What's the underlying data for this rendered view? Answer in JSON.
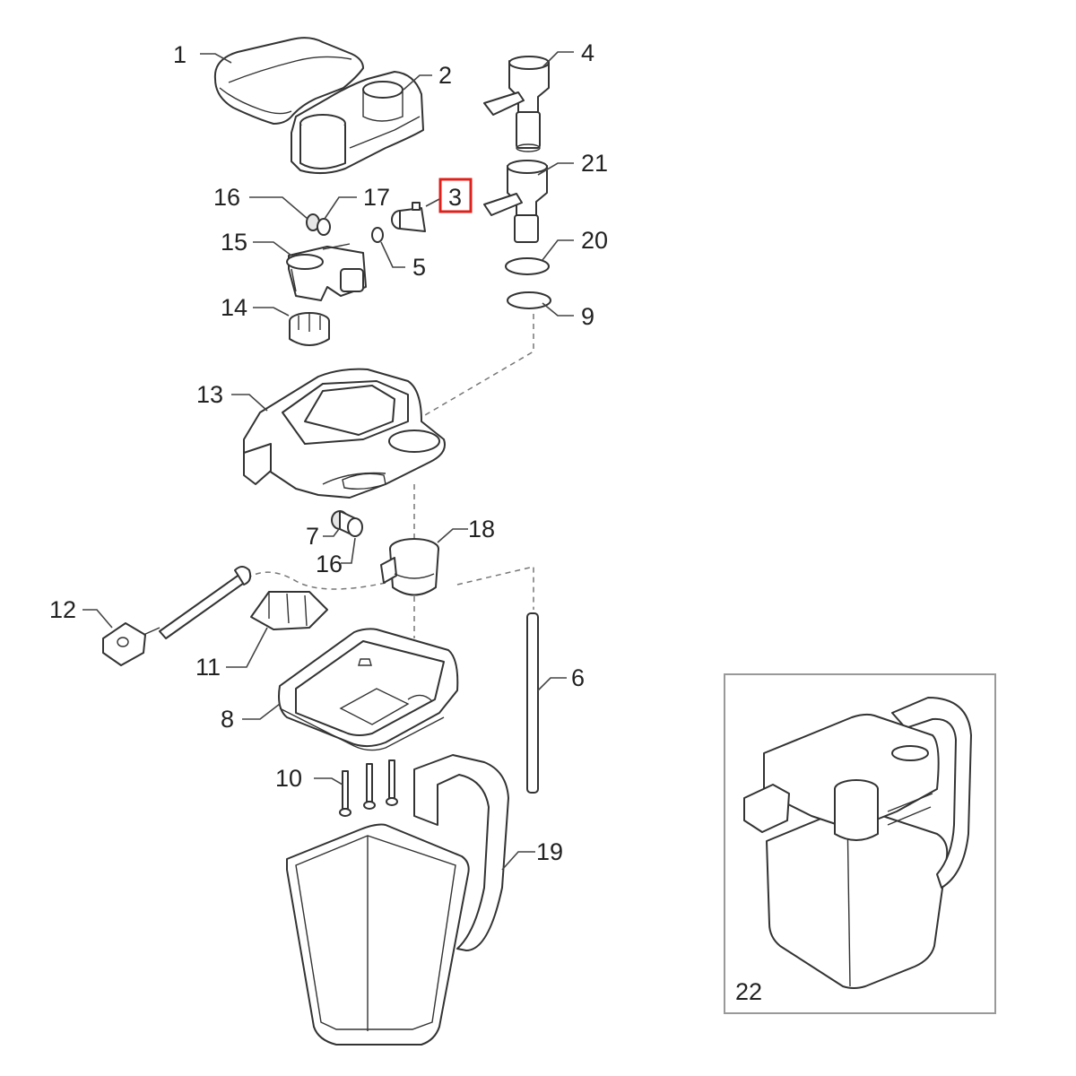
{
  "callouts": {
    "c1": "1",
    "c2": "2",
    "c3": "3",
    "c4": "4",
    "c5": "5",
    "c6": "6",
    "c7": "7",
    "c8": "8",
    "c9": "9",
    "c10": "10",
    "c11": "11",
    "c12": "12",
    "c13": "13",
    "c14": "14",
    "c15": "15",
    "c16a": "16",
    "c16b": "16",
    "c17": "17",
    "c18": "18",
    "c19": "19",
    "c20": "20",
    "c21": "21",
    "c22": "22"
  },
  "highlight": {
    "callout": "3",
    "color": "#e0201b"
  }
}
